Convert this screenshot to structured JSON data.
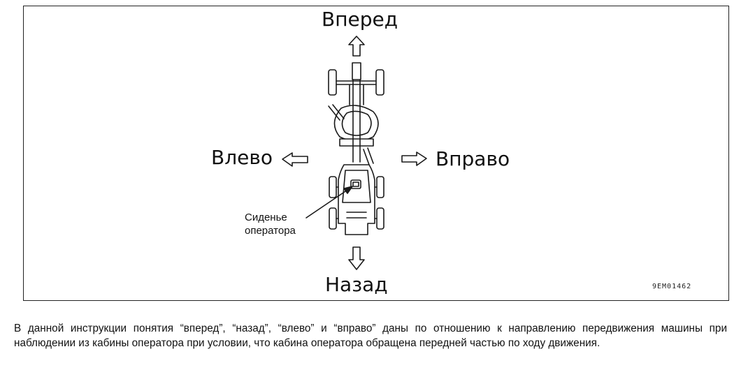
{
  "diagram": {
    "labels": {
      "forward": "Вперед",
      "back": "Назад",
      "left": "Влево",
      "right": "Вправо"
    },
    "seat_label": {
      "line1": "Сиденье",
      "line2": "оператора"
    },
    "figure_code": "9EM01462"
  },
  "caption": {
    "text": "В данной инструкции понятия “вперед”, “назад”, “влево” и “вправо” даны по отношению к направлению передвижения машины при наблюдении из кабины оператора  при условии, что кабина оператора обращена передней частью по ходу движения."
  }
}
